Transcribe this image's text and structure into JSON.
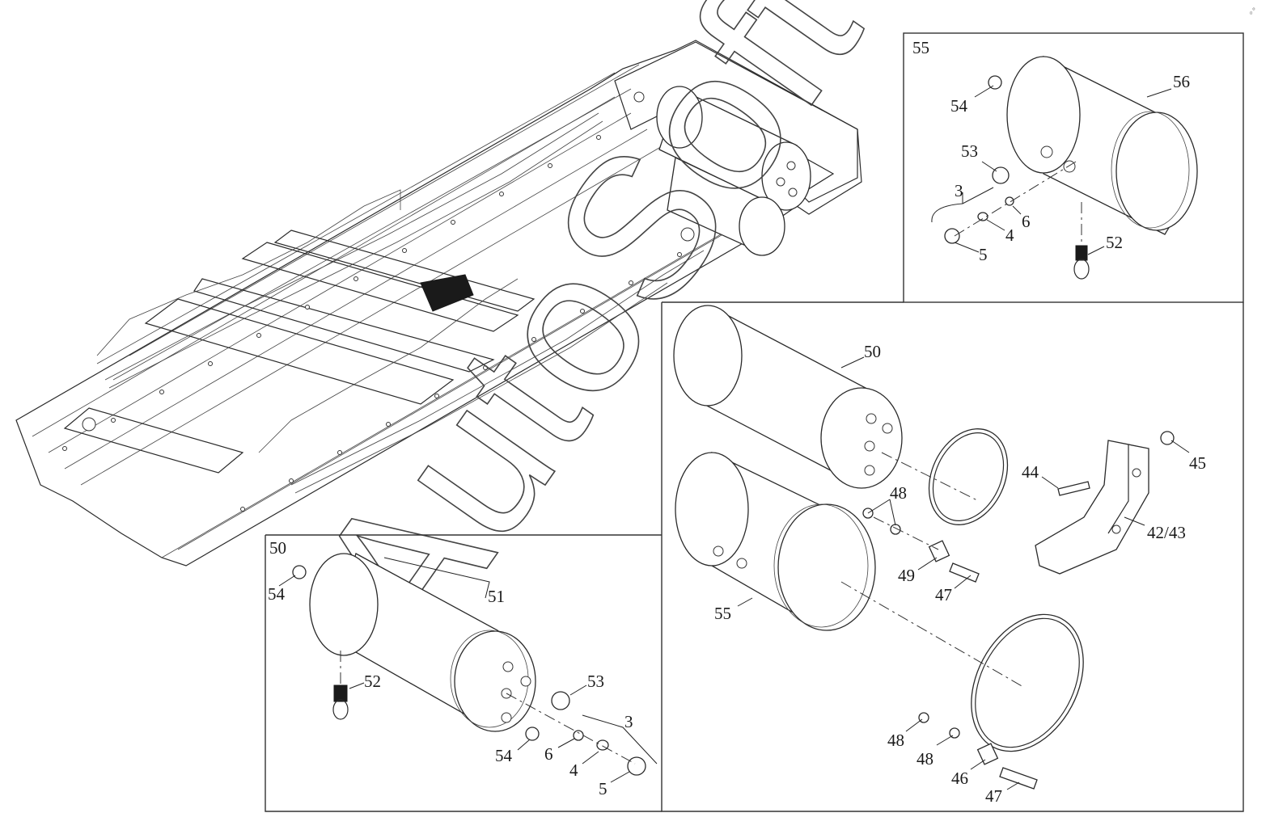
{
  "watermark": "AutoSoft",
  "panels": {
    "top_right": {
      "title": "55"
    },
    "bottom_left": {
      "title": "50"
    }
  },
  "callouts": {
    "tr_54": "54",
    "tr_56": "56",
    "tr_53": "53",
    "tr_3": "3",
    "tr_6": "6",
    "tr_4": "4",
    "tr_5": "5",
    "tr_52": "52",
    "m_50": "50",
    "m_48a": "48",
    "m_44": "44",
    "m_45": "45",
    "m_42_43": "42/43",
    "m_49": "49",
    "m_47a": "47",
    "m_55": "55",
    "m_48b": "48",
    "m_48c": "48",
    "m_46": "46",
    "m_47b": "47",
    "bl_54a": "54",
    "bl_51": "51",
    "bl_52": "52",
    "bl_53": "53",
    "bl_3": "3",
    "bl_54b": "54",
    "bl_6": "6",
    "bl_4": "4",
    "bl_5": "5"
  },
  "corner_mark": "₀°"
}
